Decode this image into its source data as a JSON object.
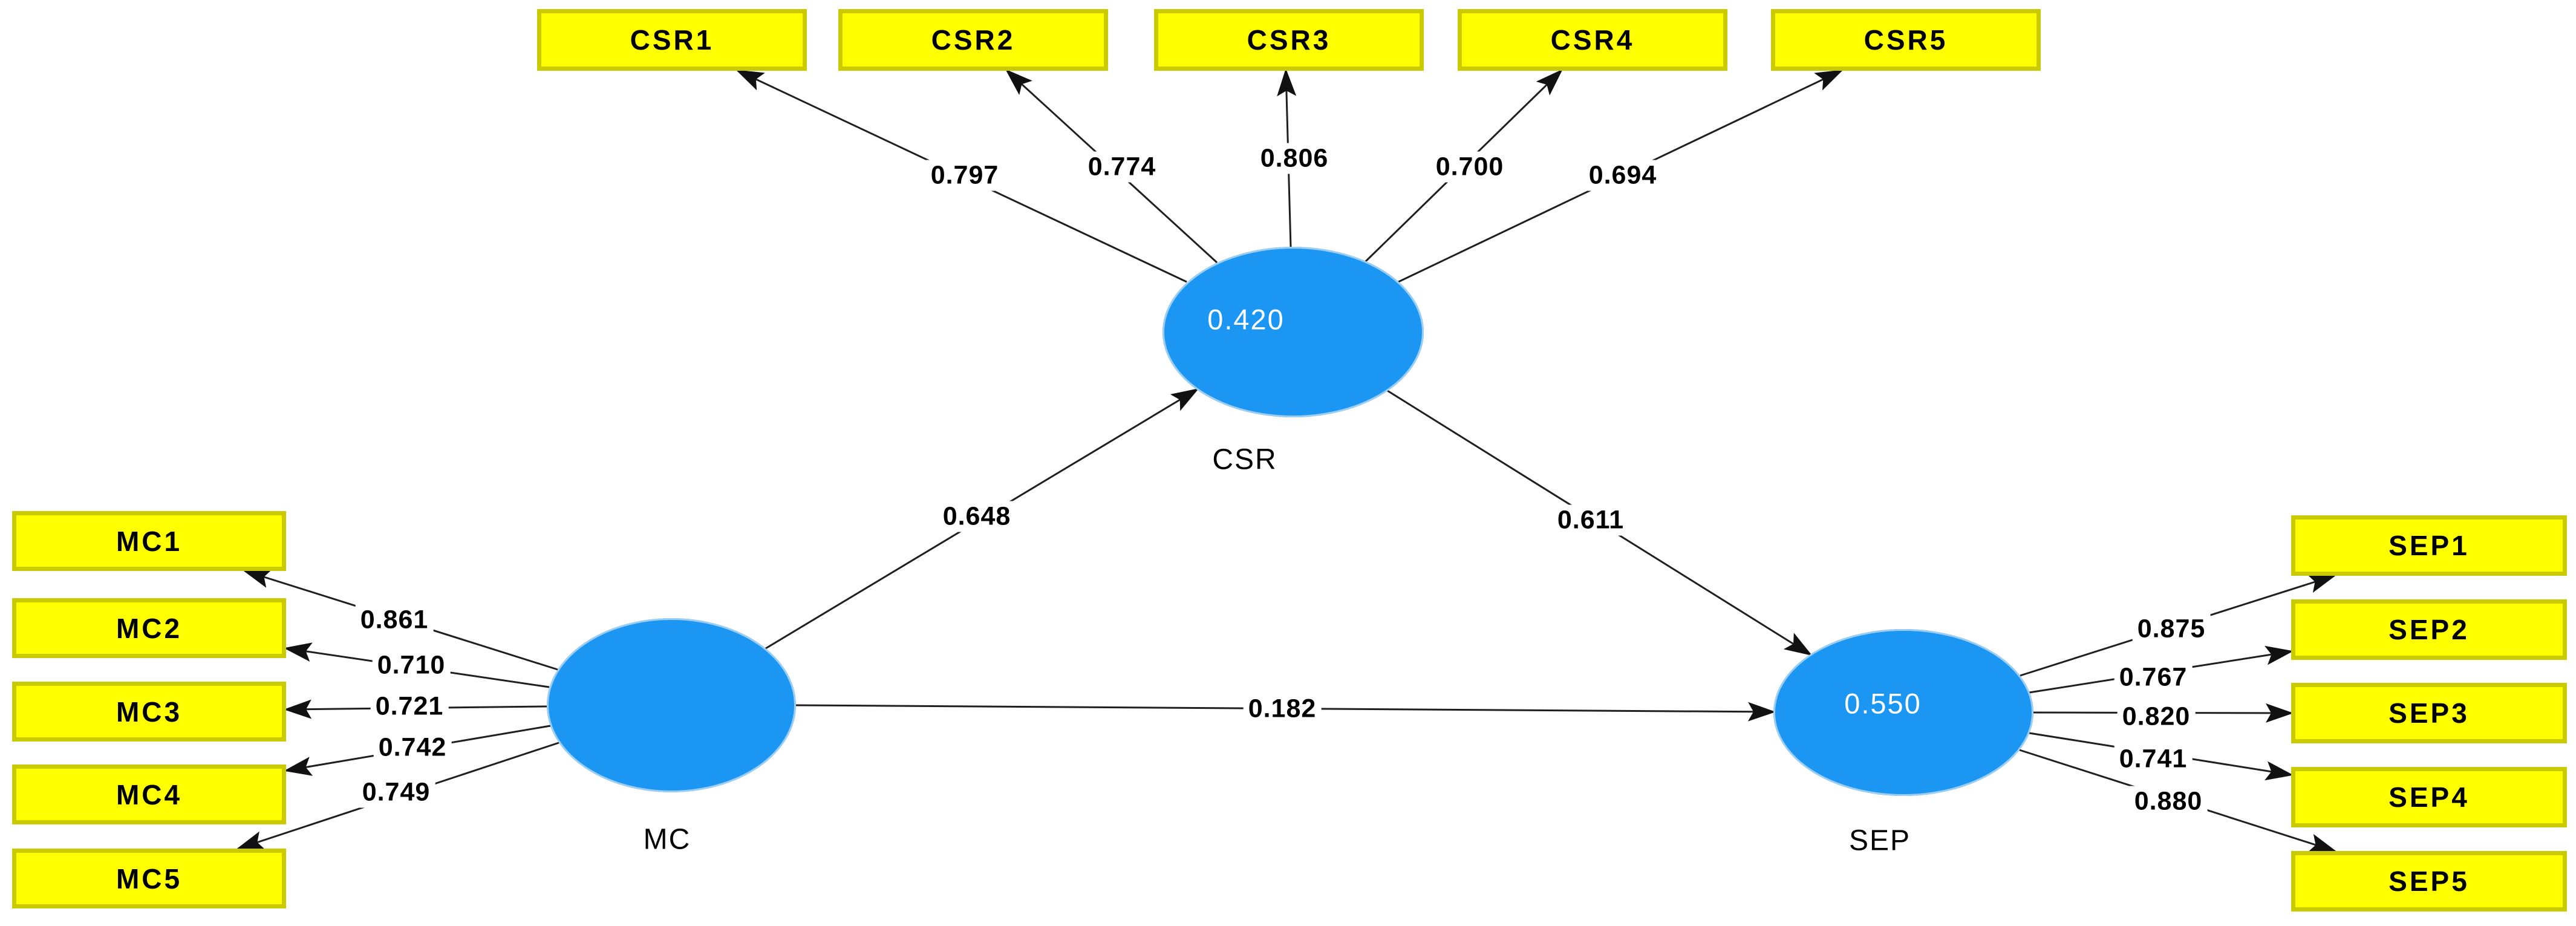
{
  "model": {
    "constructs": {
      "mc": {
        "label": "MC"
      },
      "csr": {
        "label": "CSR",
        "r_squared": "0.420"
      },
      "sep": {
        "label": "SEP",
        "r_squared": "0.550"
      }
    },
    "indicators": {
      "csr": [
        {
          "label": "CSR1",
          "loading": "0.797"
        },
        {
          "label": "CSR2",
          "loading": "0.774"
        },
        {
          "label": "CSR3",
          "loading": "0.806"
        },
        {
          "label": "CSR4",
          "loading": "0.700"
        },
        {
          "label": "CSR5",
          "loading": "0.694"
        }
      ],
      "mc": [
        {
          "label": "MC1",
          "loading": "0.861"
        },
        {
          "label": "MC2",
          "loading": "0.710"
        },
        {
          "label": "MC3",
          "loading": "0.721"
        },
        {
          "label": "MC4",
          "loading": "0.742"
        },
        {
          "label": "MC5",
          "loading": "0.749"
        }
      ],
      "sep": [
        {
          "label": "SEP1",
          "loading": "0.875"
        },
        {
          "label": "SEP2",
          "loading": "0.767"
        },
        {
          "label": "SEP3",
          "loading": "0.820"
        },
        {
          "label": "SEP4",
          "loading": "0.741"
        },
        {
          "label": "SEP5",
          "loading": "0.880"
        }
      ]
    },
    "paths": [
      {
        "from": "MC",
        "to": "CSR",
        "label": "0.648"
      },
      {
        "from": "CSR",
        "to": "SEP",
        "label": "0.611"
      },
      {
        "from": "MC",
        "to": "SEP",
        "label": "0.182"
      }
    ],
    "colors": {
      "indicator_fill": "#FFFF00",
      "indicator_border": "#C9CA00",
      "construct_fill": "#1B97F3",
      "line": "#1F1F1F",
      "text": "#000000",
      "r_squared_text": "#FFFFFF"
    }
  }
}
